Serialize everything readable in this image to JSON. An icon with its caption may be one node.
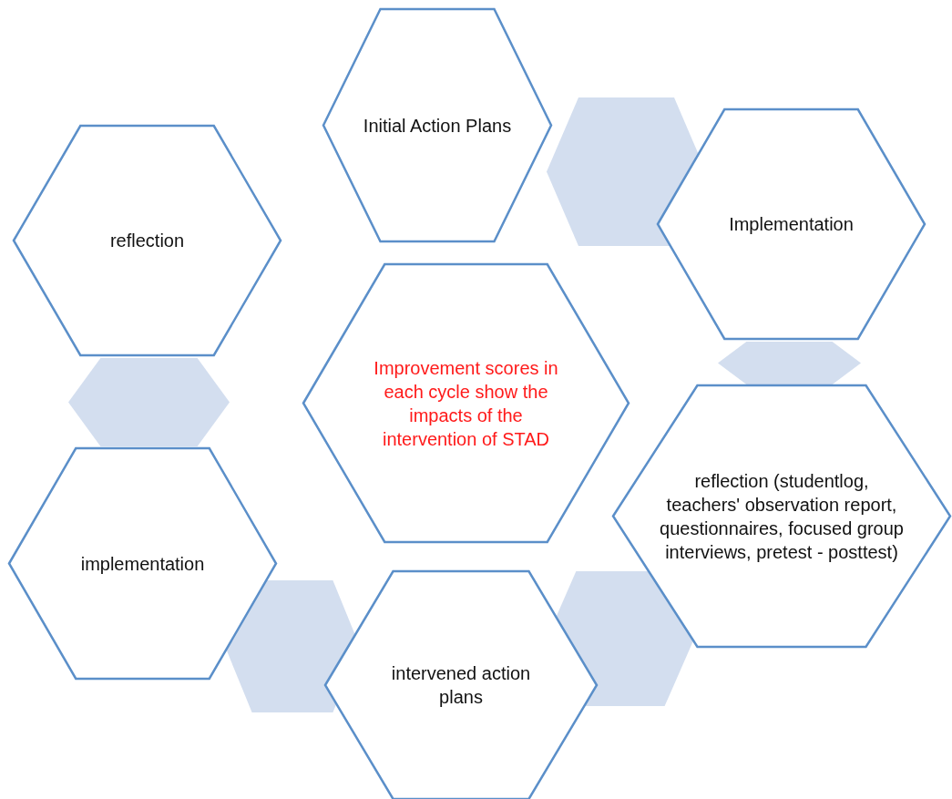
{
  "diagram": {
    "nodes": [
      {
        "text": [
          "Initial Action Plans"
        ]
      },
      {
        "text": [
          "reflection"
        ]
      },
      {
        "text": [
          "Implementation"
        ]
      },
      {
        "text": [
          "Improvement scores in each cycle show the impacts of the intervention of STAD"
        ]
      },
      {
        "text": [
          "reflection (studentlog, teachers' observation report, questionnaires, focused group interviews, pretest - posttest)"
        ]
      },
      {
        "text": [
          "implementation"
        ]
      },
      {
        "text": [
          "intervened action plans"
        ]
      },
      {
        "text": [],
        "shape": "hexagon"
      },
      {
        "text": [],
        "shape": "hexagon"
      },
      {
        "text": [],
        "shape": "hexagon"
      },
      {
        "text": [],
        "shape": "hexagon"
      },
      {
        "text": [],
        "shape": "hexagon"
      }
    ]
  }
}
